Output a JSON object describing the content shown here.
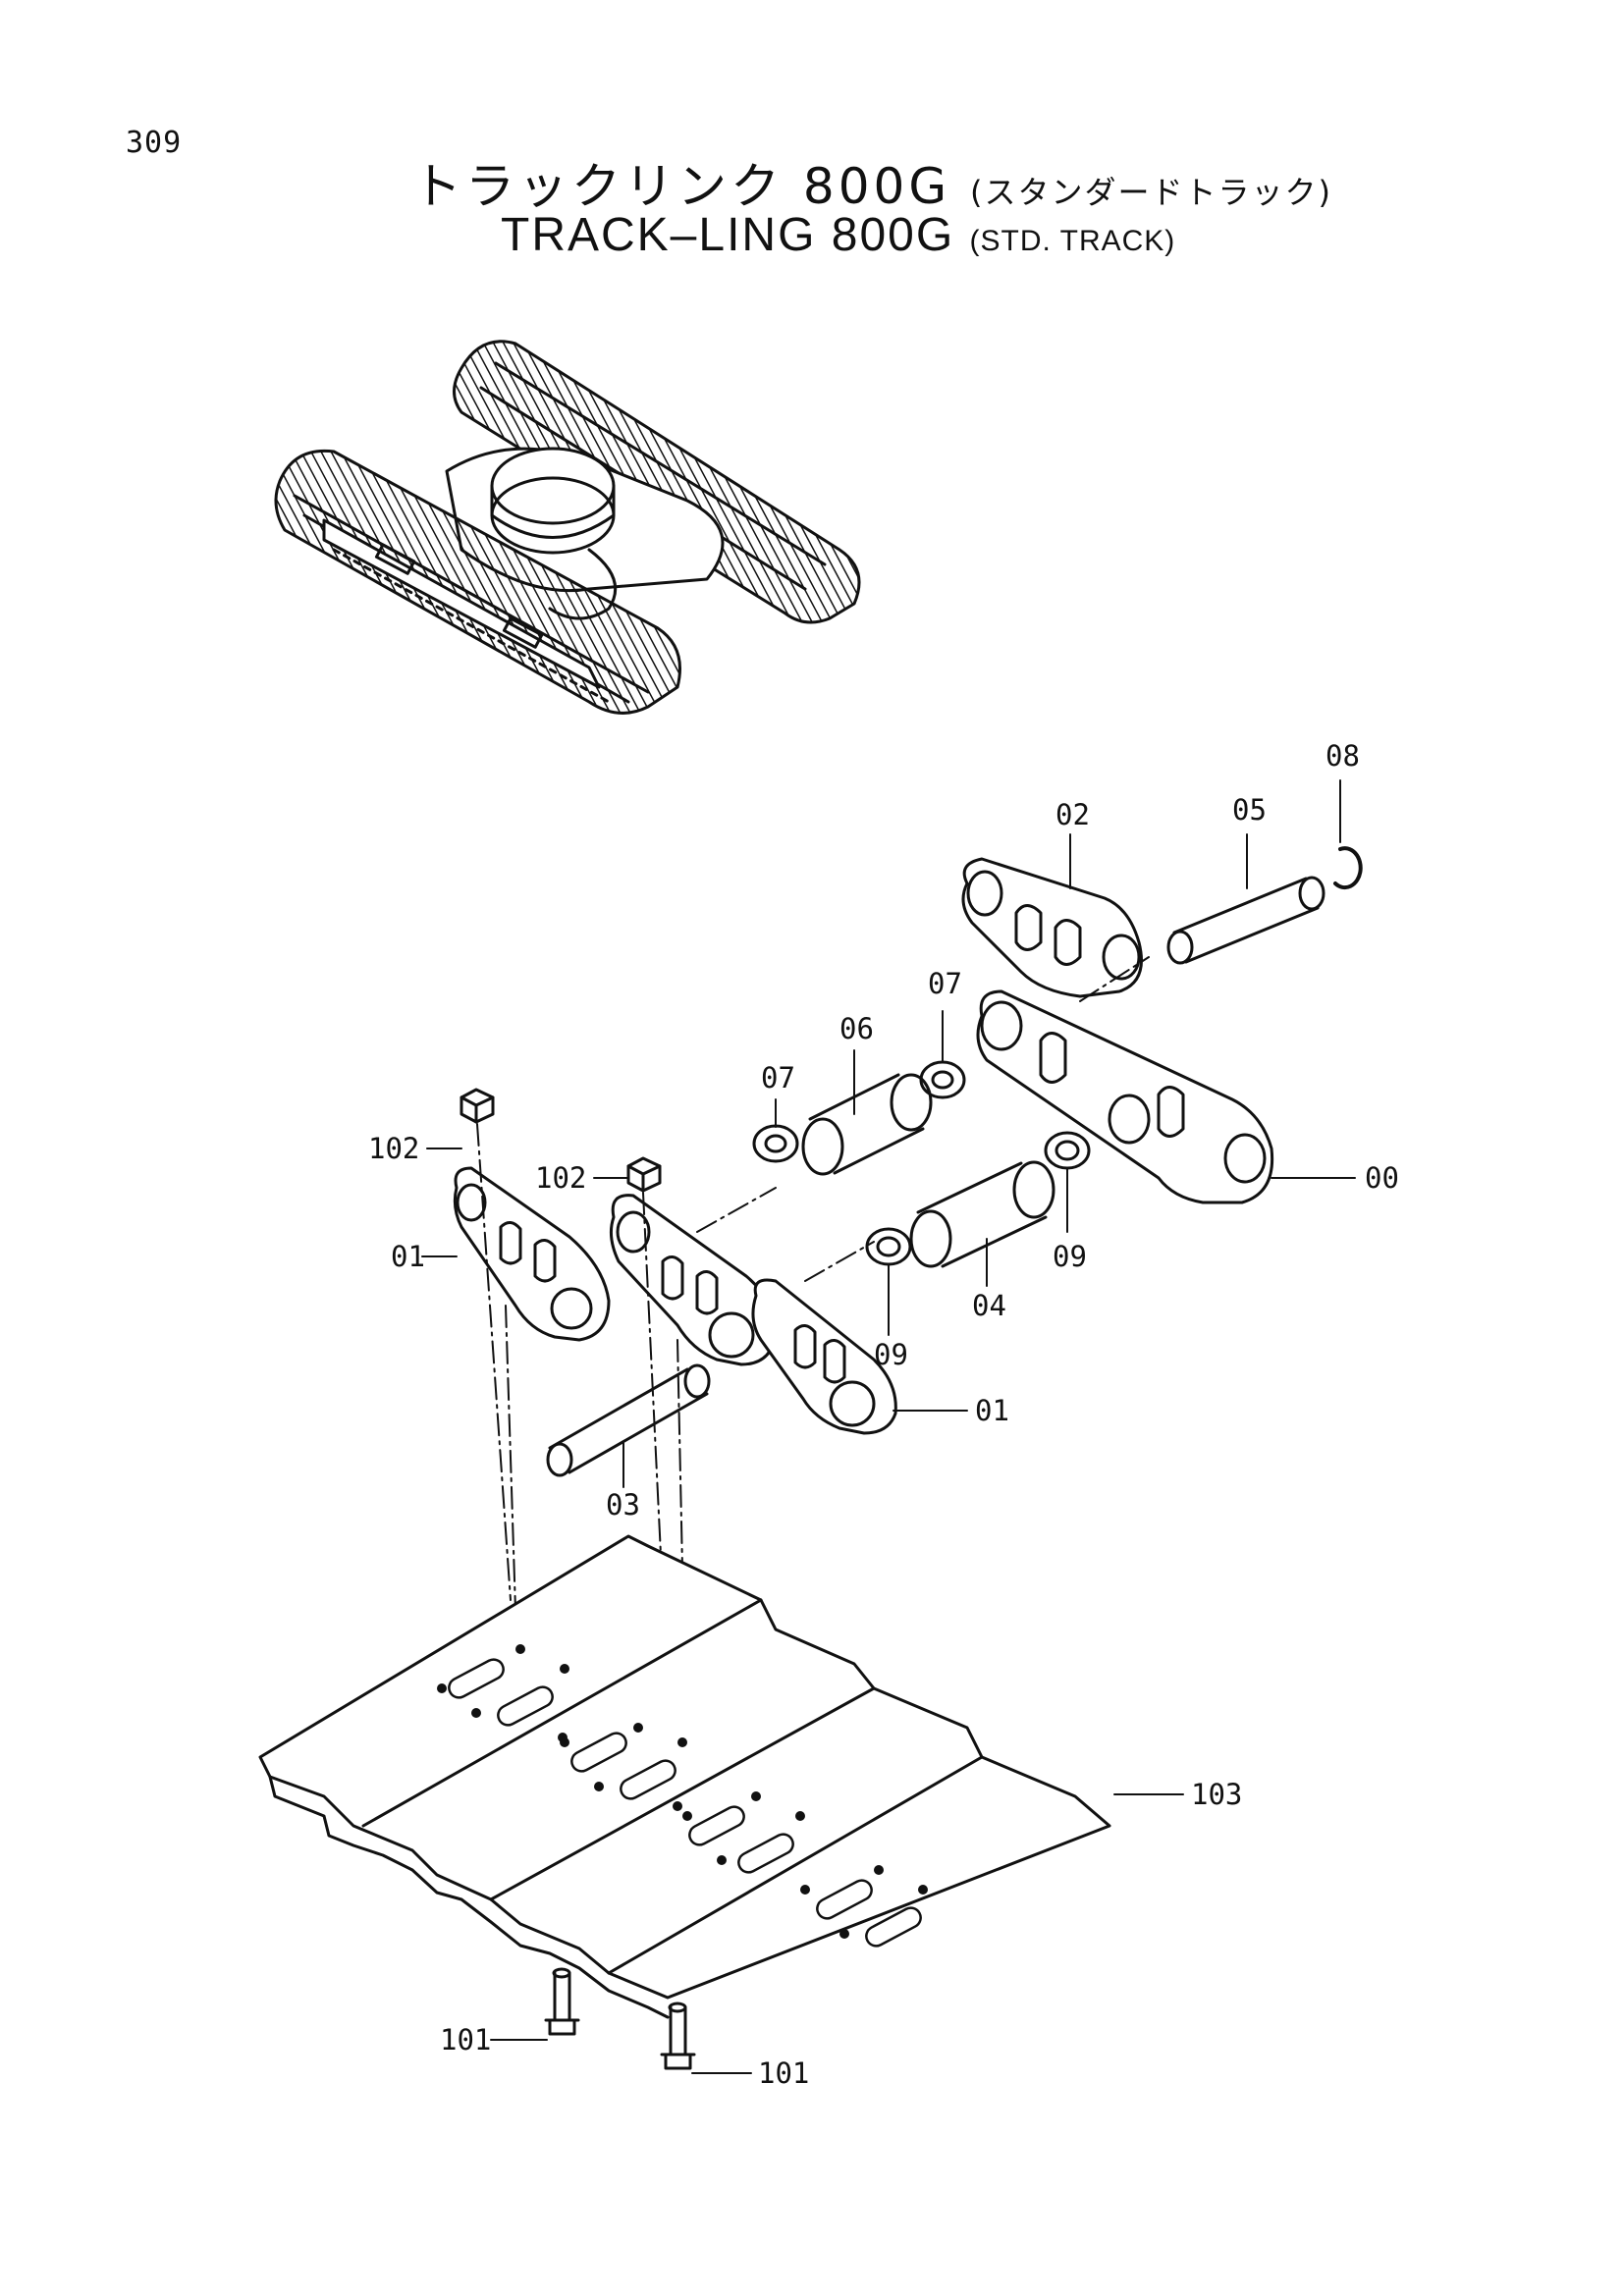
{
  "page_number": "309",
  "title_jp": "トラックリンク 800G",
  "title_jp_sub": "(スタンダードトラック)",
  "title_en": "TRACK–LING 800G",
  "title_en_sub": "(STD. TRACK)",
  "labels": {
    "p00": "00",
    "p01a": "01",
    "p01b": "01",
    "p02": "02",
    "p03": "03",
    "p04": "04",
    "p05": "05",
    "p06": "06",
    "p07a": "07",
    "p07b": "07",
    "p08": "08",
    "p09a": "09",
    "p09b": "09",
    "p101a": "101",
    "p101b": "101",
    "p102a": "102",
    "p102b": "102",
    "p103": "103"
  }
}
